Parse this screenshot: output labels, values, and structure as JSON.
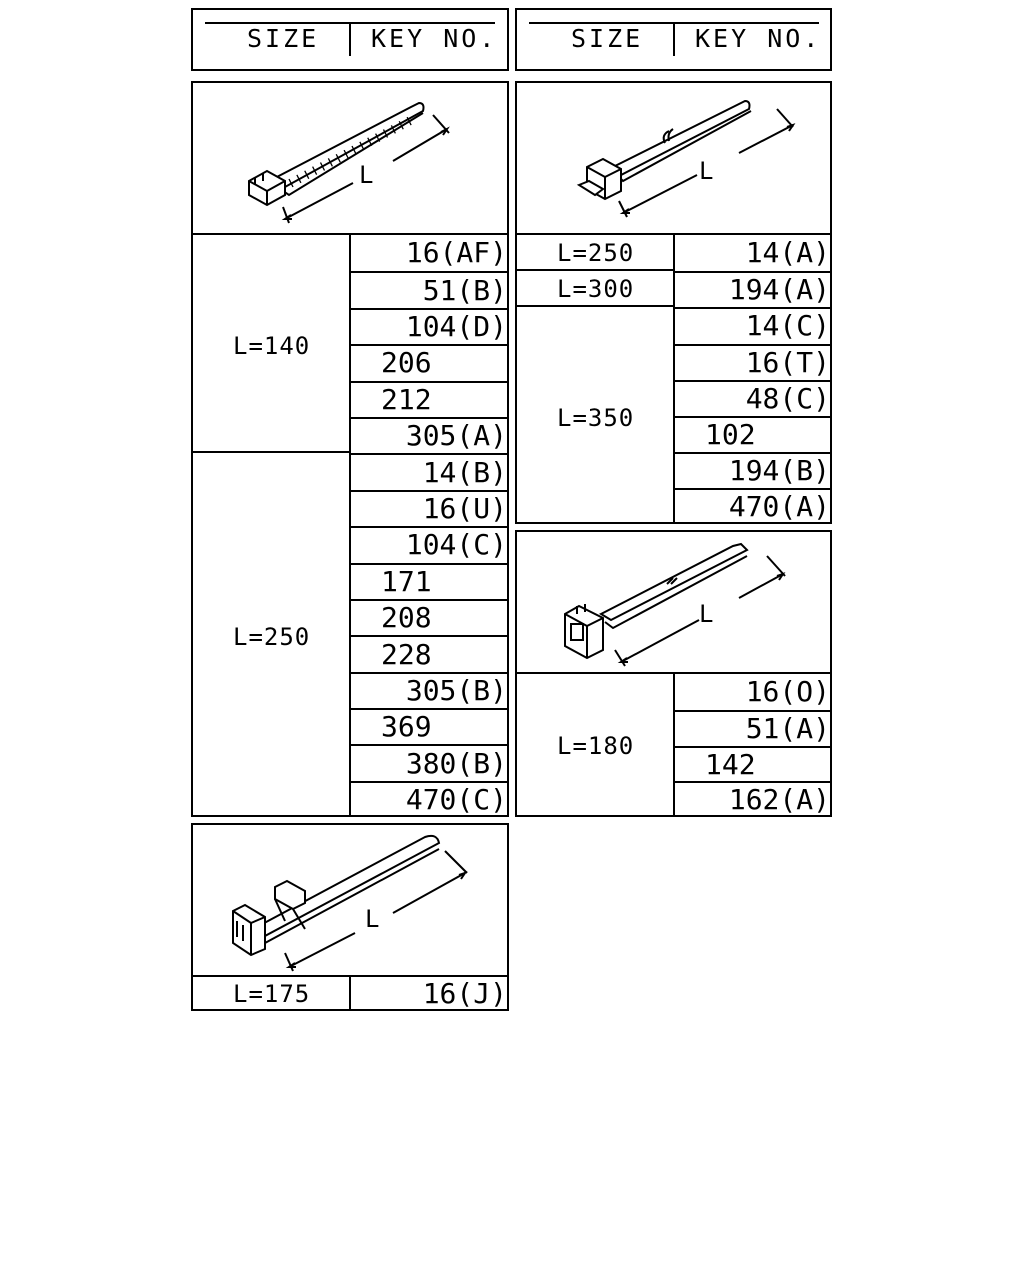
{
  "header": {
    "size_label": "SIZE",
    "key_label": "KEY NO."
  },
  "diagram_letter": "L",
  "left_table_1": {
    "groups": [
      {
        "size": "L=140",
        "keys": [
          {
            "num": "16",
            "suffix": "(AF)"
          },
          {
            "num": "51",
            "suffix": "(B)"
          },
          {
            "num": "104",
            "suffix": "(D)"
          },
          {
            "num": "206",
            "suffix": ""
          },
          {
            "num": "212",
            "suffix": ""
          },
          {
            "num": "305",
            "suffix": "(A)"
          }
        ]
      },
      {
        "size": "L=250",
        "keys": [
          {
            "num": "14",
            "suffix": "(B)"
          },
          {
            "num": "16",
            "suffix": "(U)"
          },
          {
            "num": "104",
            "suffix": "(C)"
          },
          {
            "num": "171",
            "suffix": ""
          },
          {
            "num": "208",
            "suffix": ""
          },
          {
            "num": "228",
            "suffix": ""
          },
          {
            "num": "305",
            "suffix": "(B)"
          },
          {
            "num": "369",
            "suffix": ""
          },
          {
            "num": "380",
            "suffix": "(B)"
          },
          {
            "num": "470",
            "suffix": "(C)"
          }
        ]
      }
    ]
  },
  "right_table_1": {
    "groups": [
      {
        "size": "L=250",
        "keys": [
          {
            "num": "14",
            "suffix": "(A)"
          }
        ]
      },
      {
        "size": "L=300",
        "keys": [
          {
            "num": "194",
            "suffix": "(A)"
          }
        ]
      },
      {
        "size": "L=350",
        "keys": [
          {
            "num": "14",
            "suffix": "(C)"
          },
          {
            "num": "16",
            "suffix": "(T)"
          },
          {
            "num": "48",
            "suffix": "(C)"
          },
          {
            "num": "102",
            "suffix": ""
          },
          {
            "num": "194",
            "suffix": "(B)"
          },
          {
            "num": "470",
            "suffix": "(A)"
          }
        ]
      }
    ]
  },
  "right_table_2": {
    "groups": [
      {
        "size": "L=180",
        "keys": [
          {
            "num": "16",
            "suffix": "(O)"
          },
          {
            "num": "51",
            "suffix": "(A)"
          },
          {
            "num": "142",
            "suffix": ""
          },
          {
            "num": "162",
            "suffix": "(A)"
          }
        ]
      }
    ]
  },
  "left_table_2": {
    "groups": [
      {
        "size": "L=175",
        "keys": [
          {
            "num": "16",
            "suffix": "(J)"
          }
        ]
      }
    ]
  }
}
